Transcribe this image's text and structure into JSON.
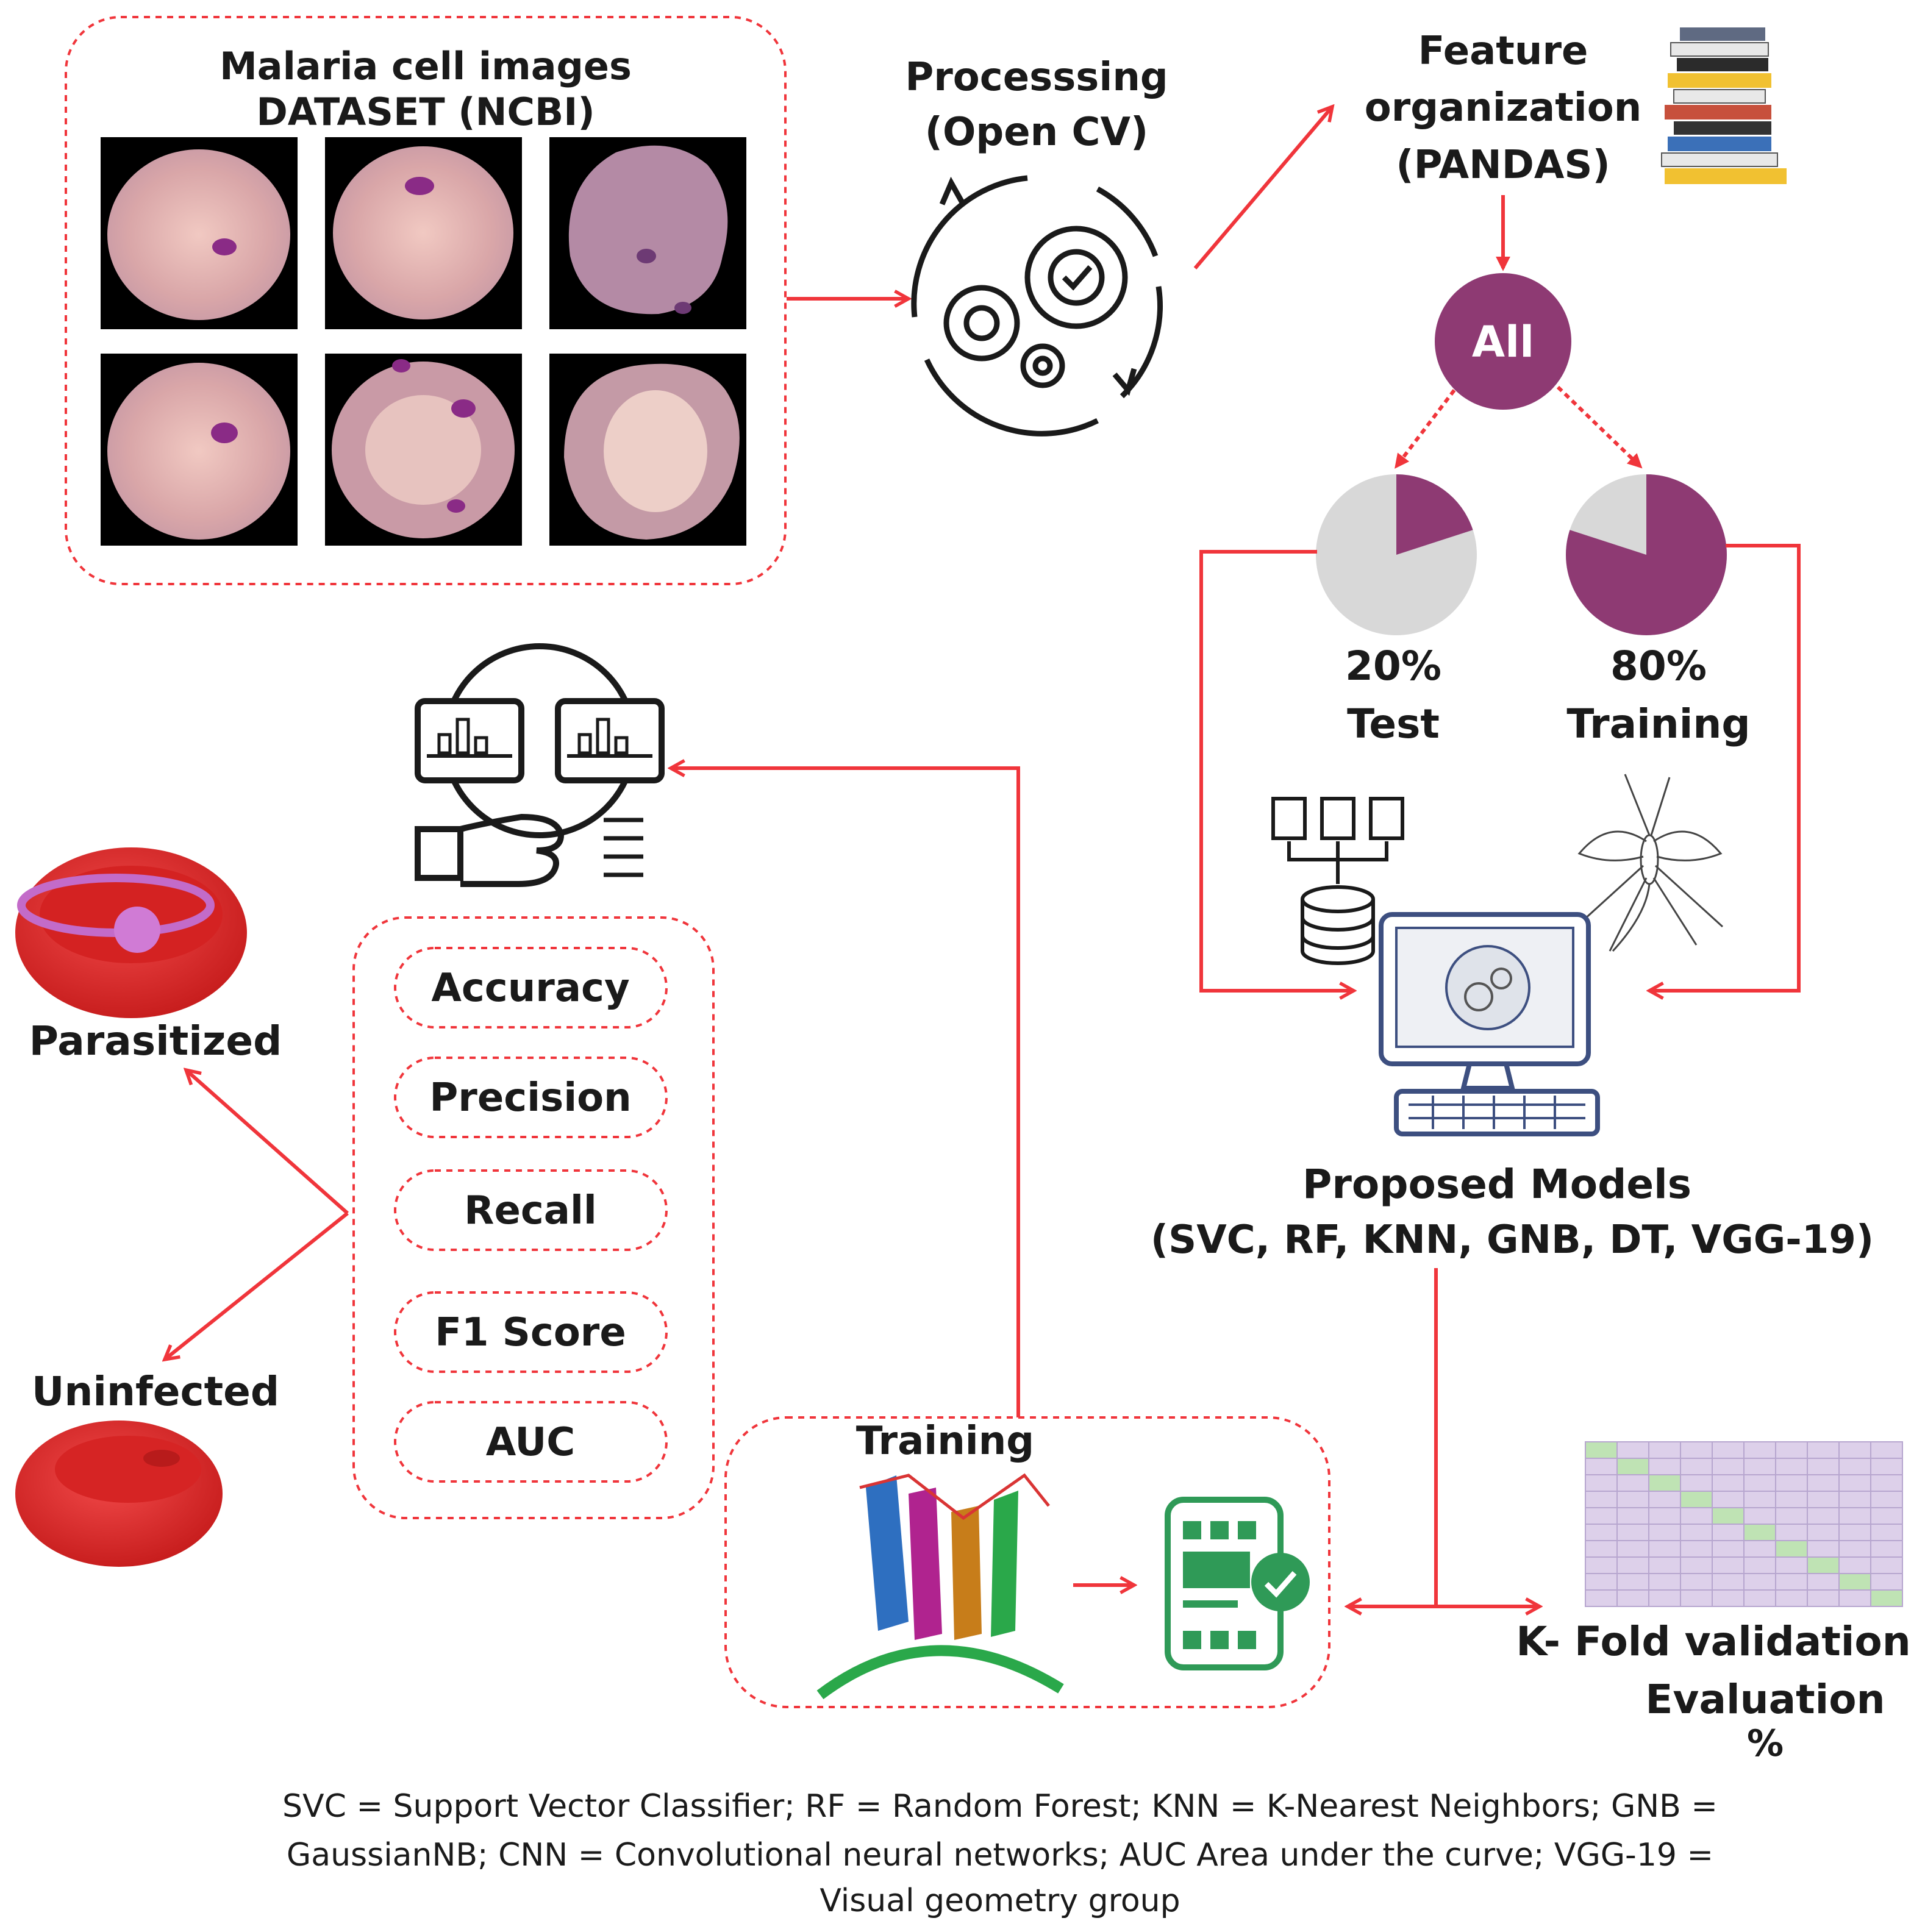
{
  "dataset": {
    "title_line1": "Malaria cell images",
    "title_line2": "DATASET (NCBI)"
  },
  "processing": {
    "line1": "Processsing",
    "line2": "(Open CV)"
  },
  "feature": {
    "line1": "Feature",
    "line2": "organization",
    "line3": "(PANDAS)"
  },
  "all_node": {
    "label": "All"
  },
  "split": {
    "test_percent": "20%",
    "test_label": "Test",
    "test_fraction": 0.2,
    "train_percent": "80%",
    "train_label": "Training",
    "train_fraction": 0.8
  },
  "models": {
    "line1": "Proposed Models",
    "line2": "(SVC, RF, KNN, GNB, DT, VGG-19)"
  },
  "kfold": {
    "line1": "K- Fold validation",
    "line2": "Evaluation",
    "line3": "%"
  },
  "training": {
    "label": "Training"
  },
  "metrics": [
    "Accuracy",
    "Precision",
    "Recall",
    "F1 Score",
    "AUC"
  ],
  "outcomes": {
    "parasitized": "Parasitized",
    "uninfected": "Uninfected"
  },
  "footnote": {
    "line1": "SVC = Support Vector Classifier; RF = Random Forest; KNN = K-Nearest Neighbors; GNB =",
    "line2": "GaussianNB; CNN = Convolutional neural networks; AUC Area under the curve; VGG-19 =",
    "line3": "Visual geometry group"
  },
  "colors": {
    "accent": "#f0353b",
    "purple": "#8e3a73",
    "gray": "#d8d8d8",
    "cell_red": "#e52b2b"
  },
  "icons": [
    "gears-icon",
    "books-icon",
    "document-database-icon",
    "mosquito-icon",
    "computer-icon",
    "analytics-magnifier-icon",
    "bar-chart-icon",
    "checklist-phone-icon",
    "kfold-grid-icon",
    "red-blood-cell-icon"
  ]
}
